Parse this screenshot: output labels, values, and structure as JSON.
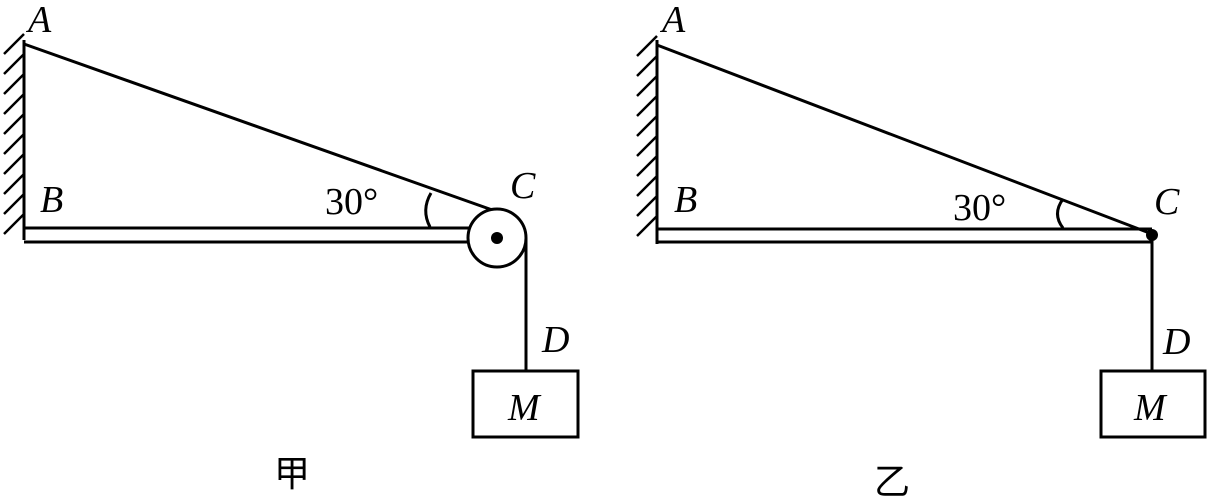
{
  "figure_left": {
    "label_A": "A",
    "label_B": "B",
    "label_C": "C",
    "label_D": "D",
    "label_M": "M",
    "angle": "30°",
    "caption": "甲"
  },
  "figure_right": {
    "label_A": "A",
    "label_B": "B",
    "label_C": "C",
    "label_D": "D",
    "label_M": "M",
    "angle": "30°",
    "caption": "乙"
  }
}
